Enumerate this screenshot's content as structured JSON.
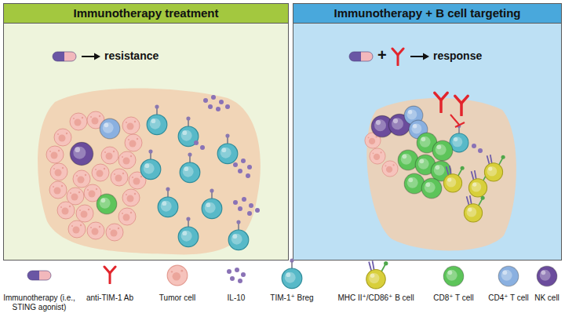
{
  "diagram": {
    "nodes": [
      {
        "text": [
          "Immunotherapy treatment"
        ]
      },
      {
        "text": [
          "Immunotherapy + B cell targeting"
        ]
      }
    ],
    "labels": [
      "resistance",
      "+",
      "response"
    ],
    "legend": [
      {
        "text": "Immunotherapy (i.e., STING agonist)"
      },
      {
        "text": "anti-TIM-1 Ab"
      },
      {
        "text": "Tumor cell"
      },
      {
        "text": "IL-10"
      },
      {
        "text": "TIM-1⁺ Breg"
      },
      {
        "text": "MHC II⁺/CD86⁺ B cell"
      },
      {
        "text": "CD8⁺ T cell"
      },
      {
        "text": "CD4⁺ T cell"
      },
      {
        "text": "NK cell"
      }
    ]
  }
}
